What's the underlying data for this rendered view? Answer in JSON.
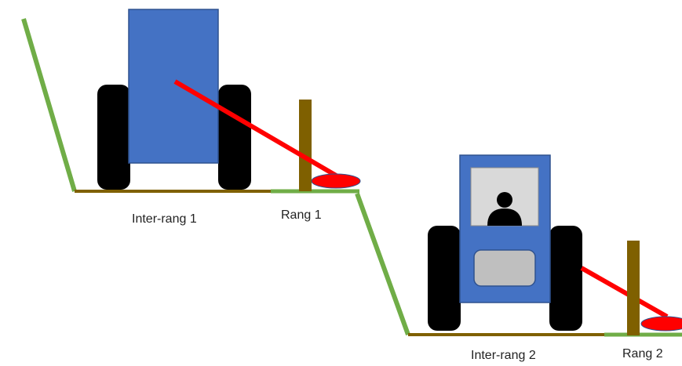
{
  "labels": {
    "inter_rang_1": "Inter-rang 1",
    "rang_1": "Rang 1",
    "inter_rang_2": "Inter-rang 2",
    "rang_2": "Rang 2"
  },
  "colors": {
    "slope": "#70ad47",
    "ground": "#7f6000",
    "post": "#7f6000",
    "arm": "#ff0000",
    "mower_disc": "#ff0000",
    "tractor_body": "#4472c4",
    "tractor_outline": "#2f528f",
    "wheel": "#000000",
    "cab_window": "#d9d9d9",
    "grille": "#bfbfbf",
    "driver": "#000000"
  },
  "icons": {
    "tractor_rear_view": "tractor-rear-icon",
    "tractor_front_view": "tractor-front-icon",
    "driver": "driver-icon"
  }
}
